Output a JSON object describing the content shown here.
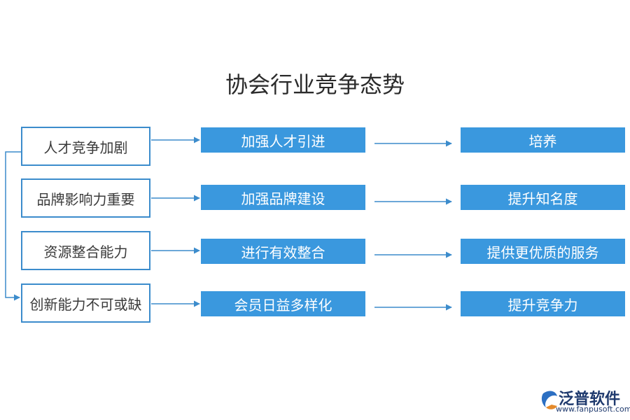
{
  "title": "协会行业竞争态势",
  "rows": [
    {
      "left": "人才竞争加剧",
      "middle": "加强人才引进",
      "right": "培养"
    },
    {
      "left": "品牌影响力重要",
      "middle": "加强品牌建设",
      "right": "提升知名度"
    },
    {
      "left": "资源整合能力",
      "middle": "进行有效整合",
      "right": "提供更优质的服务"
    },
    {
      "left": "创新能力不可或缺",
      "middle": "会员日益多样化",
      "right": "提升竞争力"
    }
  ],
  "logo": {
    "name": "泛普软件",
    "url": "www.fanpusoft.com"
  },
  "colors": {
    "accent": "#3a98de",
    "border": "#3c8ccc"
  }
}
